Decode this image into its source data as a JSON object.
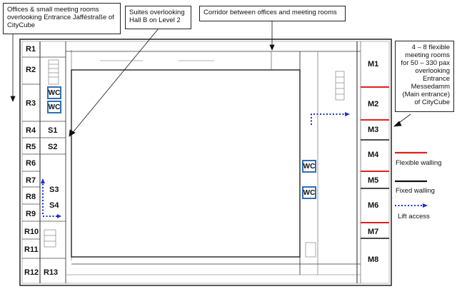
{
  "callouts": {
    "offices": "Offices & small meeting rooms overlooking Entrance Jafféstraße of CityCube",
    "suites": "Suites overlooking Hall B on Level 2",
    "corridor": "Corridor between offices and meeting rooms",
    "flexible": "4 – 8 flexible meeting rooms for 50 – 330 pax overlooking Entrance Messedamm (Main entrance) of CityCube"
  },
  "rooms_left": [
    "R1",
    "R2",
    "R3",
    "R4",
    "R5",
    "R6",
    "R7",
    "R8",
    "R9",
    "R10",
    "R11",
    "R12",
    "R13"
  ],
  "suites": [
    "S1",
    "S2",
    "S3",
    "S4"
  ],
  "wc_label": "WC",
  "meeting_rooms": [
    "M1",
    "M2",
    "M3",
    "M4",
    "M5",
    "M6",
    "M7",
    "M8"
  ],
  "legend": {
    "flexible_walling": "Flexible walling",
    "fixed_walling": "Fixed walling",
    "lift_access": "Lift access"
  },
  "colors": {
    "flexible": "#e02020",
    "fixed": "#111111",
    "lift": "#1a2fd0",
    "wc_border": "#2f6fb5"
  }
}
